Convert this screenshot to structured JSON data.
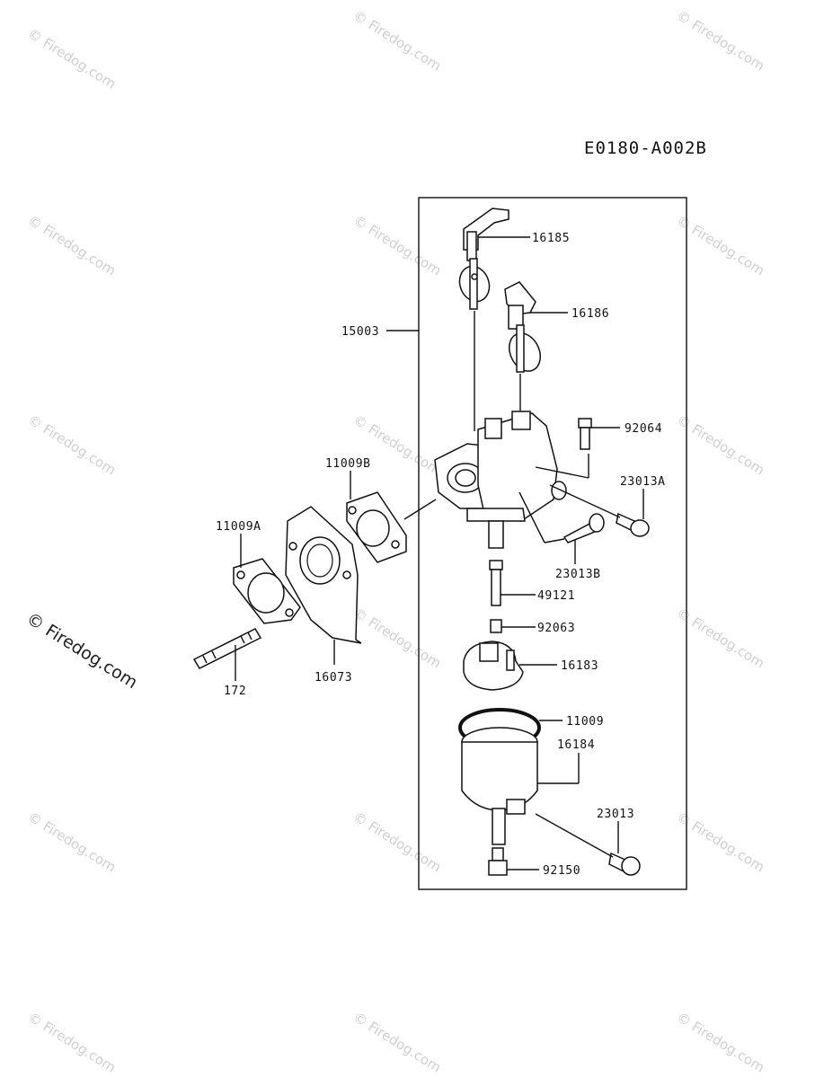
{
  "diagram_code": "E0180-A002B",
  "watermark": "© Firedog.com",
  "parts": [
    {
      "id": "p15003",
      "number": "15003"
    },
    {
      "id": "p16185",
      "number": "16185"
    },
    {
      "id": "p16186",
      "number": "16186"
    },
    {
      "id": "p92064",
      "number": "92064"
    },
    {
      "id": "p23013A",
      "number": "23013A"
    },
    {
      "id": "p11009B",
      "number": "11009B"
    },
    {
      "id": "p11009A",
      "number": "11009A"
    },
    {
      "id": "p23013B",
      "number": "23013B"
    },
    {
      "id": "p49121",
      "number": "49121"
    },
    {
      "id": "p92063",
      "number": "92063"
    },
    {
      "id": "p16183",
      "number": "16183"
    },
    {
      "id": "p172",
      "number": "172"
    },
    {
      "id": "p16073",
      "number": "16073"
    },
    {
      "id": "p11009",
      "number": "11009"
    },
    {
      "id": "p16184",
      "number": "16184"
    },
    {
      "id": "p23013",
      "number": "23013"
    },
    {
      "id": "p92150",
      "number": "92150"
    }
  ]
}
